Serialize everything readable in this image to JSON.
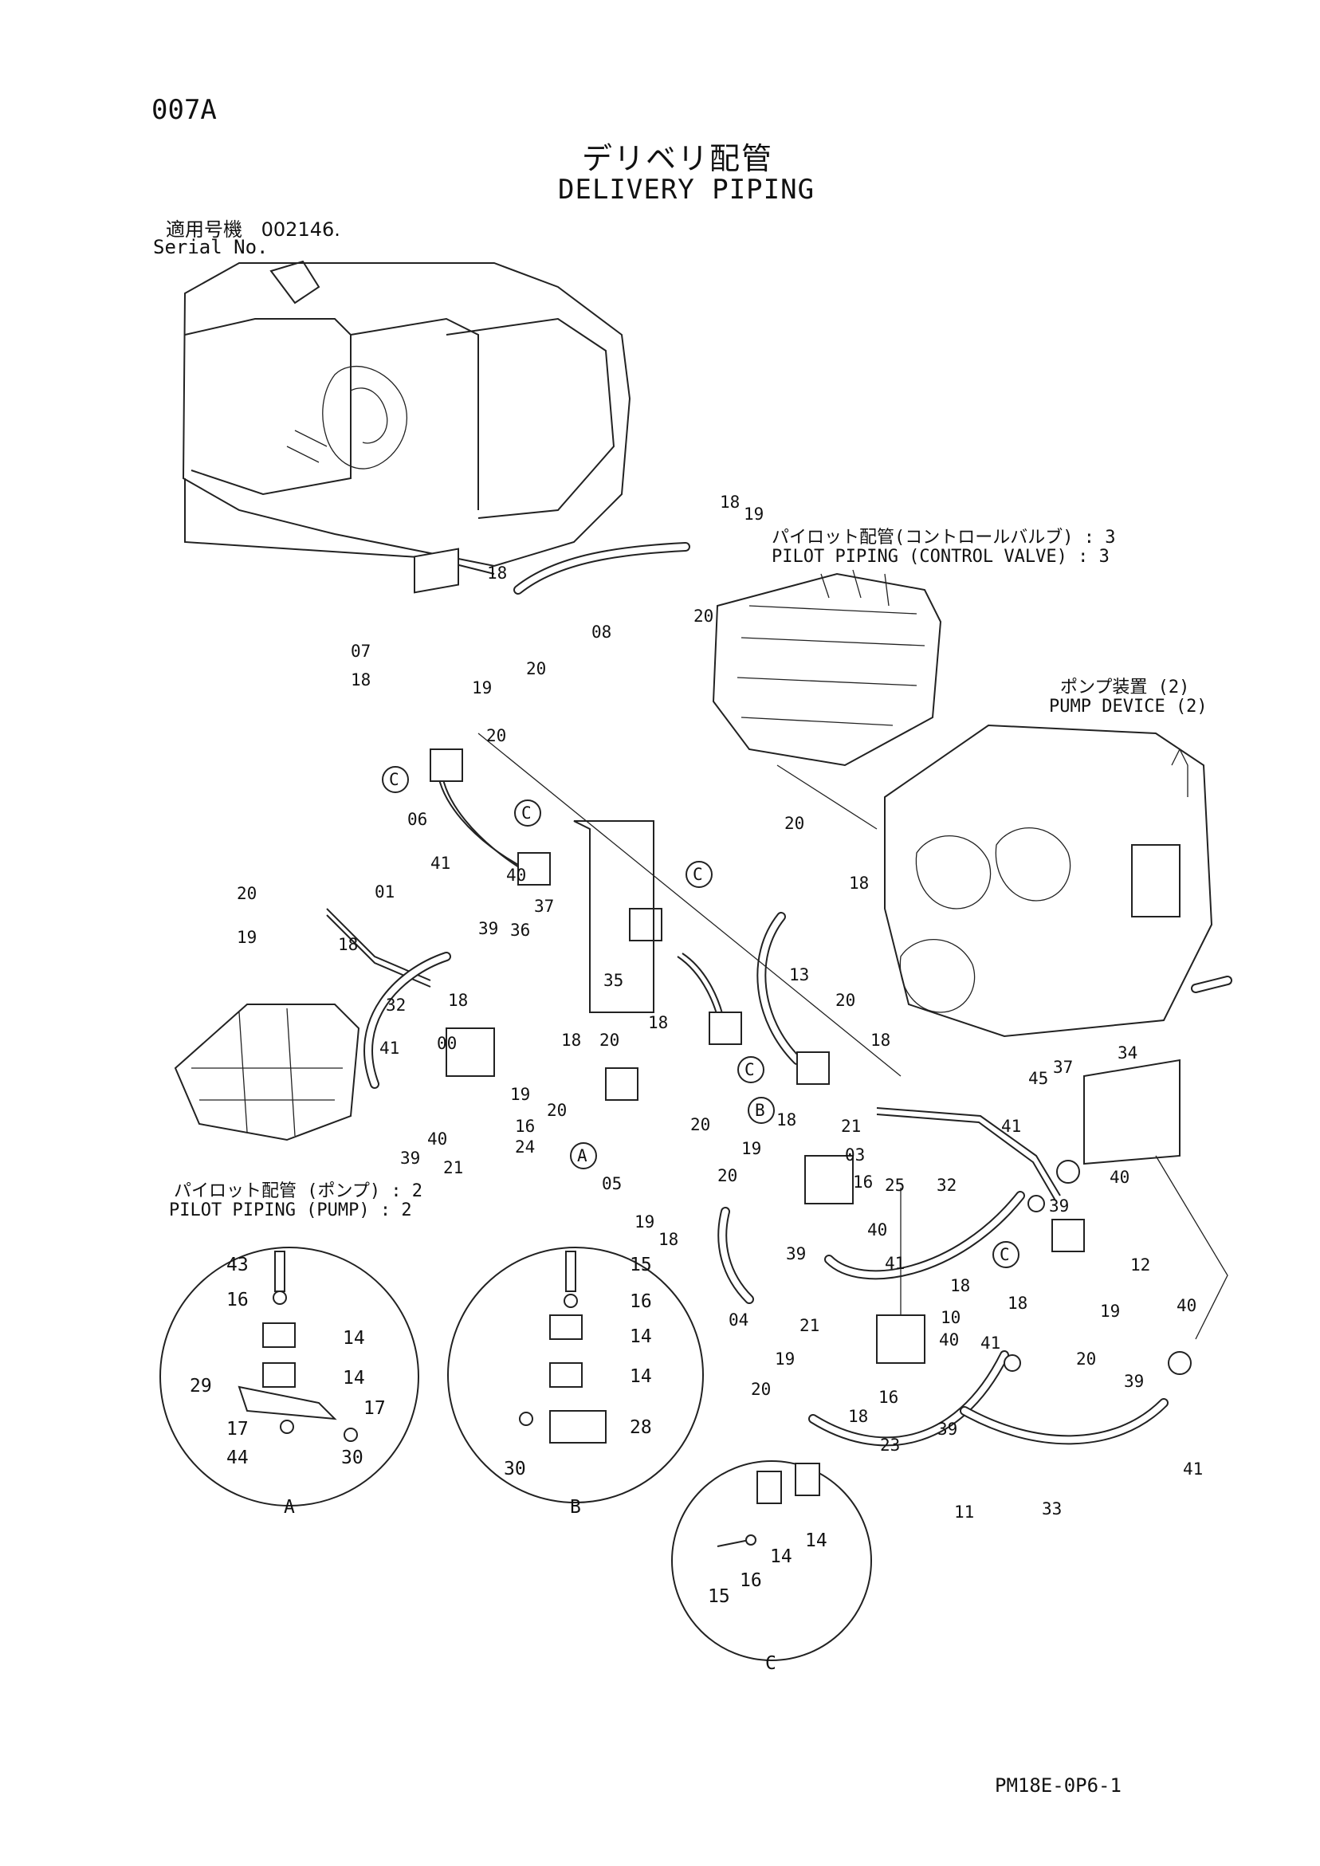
{
  "header": {
    "page_code": "007A",
    "title_jp": "デリベリ配管",
    "title_en": "DELIVERY PIPING",
    "serial_label_jp": "適用号機",
    "serial_number": "002146.",
    "serial_label_en": "Serial No."
  },
  "annotations": {
    "pilot_cv_jp": "パイロット配管(コントロールバルブ) : 3",
    "pilot_cv_en": "PILOT PIPING (CONTROL VALVE) : 3",
    "pump_device_jp": "ポンプ装置 (2)",
    "pump_device_en": "PUMP DEVICE (2)",
    "pilot_pump_jp": "パイロット配管 (ポンプ) : 2",
    "pilot_pump_en": "PILOT PIPING (PUMP) : 2"
  },
  "callouts": {
    "c1": "C",
    "c2": "C",
    "c3": "C",
    "c4": "C",
    "c5": "C",
    "b1": "B",
    "a1": "A"
  },
  "part_labels": {
    "p18a": "18",
    "p19a": "19",
    "p20a": "20",
    "p18b": "18",
    "p08": "08",
    "p19b": "19",
    "p20b": "20",
    "p07": "07",
    "p18c": "18",
    "p20c": "20",
    "p06": "06",
    "p20d": "20",
    "p18d": "18",
    "p41a": "41",
    "p40a": "40",
    "p37a": "37",
    "p36": "36",
    "p39a": "39",
    "p20e": "20",
    "p01": "01",
    "p19c": "19",
    "p18e": "18",
    "p35": "35",
    "p13": "13",
    "p32a": "32",
    "p18f": "18",
    "p18g": "18",
    "p20f": "20",
    "p18h": "18",
    "p20g": "20",
    "p18i": "18",
    "p41b": "41",
    "p00": "00",
    "p19d": "19",
    "p20h": "20",
    "p16a": "16",
    "p24": "24",
    "p21a": "21",
    "p40b": "40",
    "p39b": "39",
    "p05": "05",
    "p20i": "20",
    "p18j": "18",
    "p21b": "21",
    "p03": "03",
    "p19e": "19",
    "p20j": "20",
    "p16b": "16",
    "p25": "25",
    "p40c": "40",
    "p39c": "39",
    "p41c": "41",
    "p19f": "19",
    "p18k": "18",
    "p04": "04",
    "p32b": "32",
    "p45": "45",
    "p37b": "37",
    "p34": "34",
    "p41d": "41",
    "p39d": "39",
    "p40d": "40",
    "p12": "12",
    "p18l": "18",
    "p19g": "19",
    "p20k": "20",
    "p18m": "18",
    "p10": "10",
    "p21c": "21",
    "p19h": "19",
    "p40e": "40",
    "p41e": "41",
    "p20l": "20",
    "p18n": "18",
    "p16c": "16",
    "p39e": "39",
    "p23": "23",
    "p11": "11",
    "p33": "33",
    "p40f": "40",
    "p39f": "39",
    "p41f": "41"
  },
  "detail_a": {
    "title": "A",
    "labels": {
      "d43": "43",
      "d16": "16",
      "d14a": "14",
      "d14b": "14",
      "d29": "29",
      "d17a": "17",
      "d17b": "17",
      "d30": "30",
      "d44": "44"
    }
  },
  "detail_b": {
    "title": "B",
    "labels": {
      "d15": "15",
      "d16": "16",
      "d14a": "14",
      "d14b": "14",
      "d28": "28",
      "d30": "30"
    }
  },
  "detail_c": {
    "title": "C",
    "labels": {
      "d14a": "14",
      "d14b": "14",
      "d15": "15",
      "d16": "16"
    }
  },
  "footer": {
    "doc_code": "PM18E-0P6-1"
  }
}
